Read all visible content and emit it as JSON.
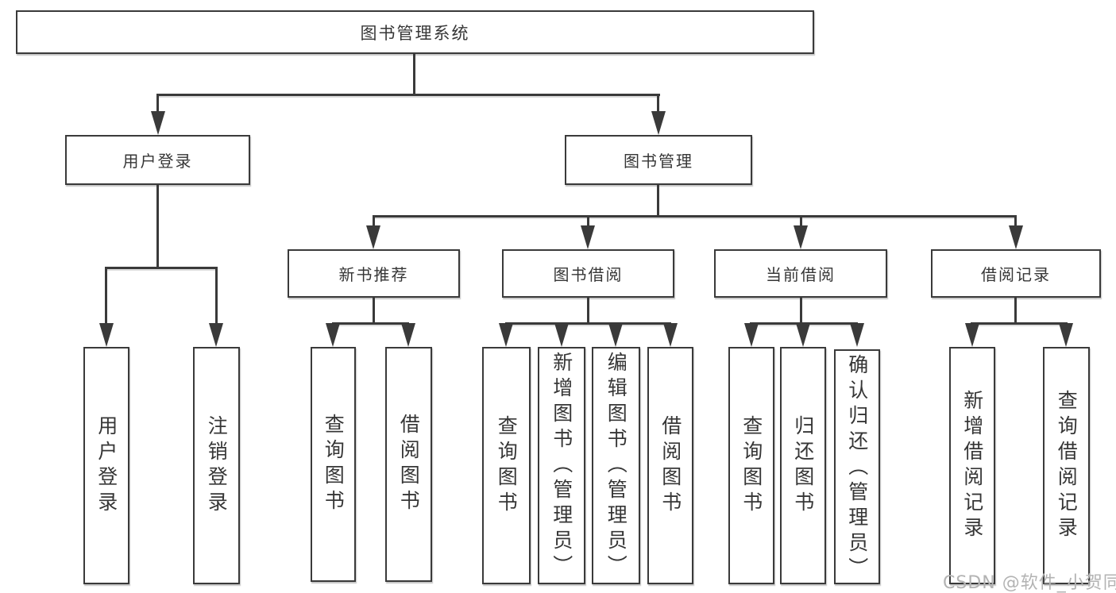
{
  "nodes": {
    "root": "图书管理系统",
    "user_login": "用户登录",
    "book_mgmt": "图书管理",
    "new_book_rec": "新书推荐",
    "book_borrow": "图书借阅",
    "current_borrow": "当前借阅",
    "borrow_record": "借阅记录",
    "leaf_user_login": "用户登录",
    "leaf_logout": "注销登录",
    "leaf_query_book_1": "查询图书",
    "leaf_borrow_book_1": "借阅图书",
    "leaf_query_book_2": "查询图书",
    "leaf_add_book": "新增图书（管理员）",
    "leaf_edit_book": "编辑图书（管理员）",
    "leaf_borrow_book_2": "借阅图书",
    "leaf_query_book_3": "查询图书",
    "leaf_return_book": "归还图书",
    "leaf_confirm_return": "确认归还（管理员）",
    "leaf_add_record": "新增借阅记录",
    "leaf_query_record": "查询借阅记录"
  },
  "structure": {
    "图书管理系统": {
      "用户登录": [
        "用户登录",
        "注销登录"
      ],
      "图书管理": {
        "新书推荐": [
          "查询图书",
          "借阅图书"
        ],
        "图书借阅": [
          "查询图书",
          "新增图书（管理员）",
          "编辑图书（管理员）",
          "借阅图书"
        ],
        "当前借阅": [
          "查询图书",
          "归还图书",
          "确认归还（管理员）"
        ],
        "借阅记录": [
          "新增借阅记录",
          "查询借阅记录"
        ]
      }
    }
  },
  "watermark": "CSDN @软件_小贺同学",
  "colors": {
    "line": "#3a3a3a",
    "text": "#363636",
    "watermark": "#b3b3b3",
    "bg": "#ffffff"
  }
}
